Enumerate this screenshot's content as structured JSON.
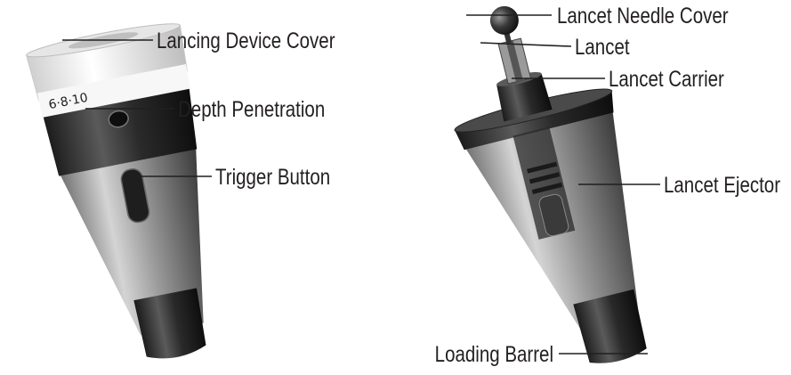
{
  "left_device": {
    "dial_markings": "6·8·10",
    "labels": {
      "cover": "Lancing Device Cover",
      "depth": "Depth Penetration",
      "trigger": "Trigger Button"
    }
  },
  "right_device": {
    "labels": {
      "needle_cover": "Lancet Needle Cover",
      "lancet": "Lancet",
      "carrier": "Lancet Carrier",
      "ejector": "Lancet Ejector",
      "barrel": "Loading Barrel"
    }
  }
}
